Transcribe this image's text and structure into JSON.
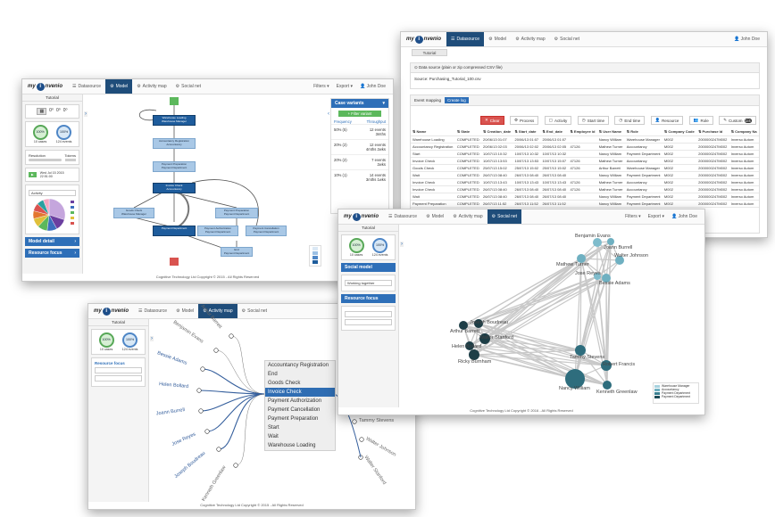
{
  "brand": {
    "logo_prefix": "my",
    "logo_mark": "i",
    "logo_suffix": "nvenio"
  },
  "footer": "Cognitive Technology Ltd Copyright © 2015 - All Rights Reserved",
  "footer2016": "Cognitive Technology Ltd Copyright © 2016 - All Rights Reserved",
  "colors": {
    "nav_active": "#1f4d7a",
    "panel_blue": "#2e6fb8",
    "node_light": "#a9c8e6",
    "node_dark": "#1e5c9c",
    "clear_red": "#d9534f"
  },
  "model_window": {
    "tabs": [
      "Datasource",
      "Model",
      "Activity map",
      "Social net"
    ],
    "active_tab": "Model",
    "nav_right": [
      "Filters ▾",
      "Export ▾",
      "John Doe"
    ],
    "subtab": "Tutorial",
    "counters": [
      {
        "value": "100%",
        "label": "10 cases"
      },
      {
        "value": "100%",
        "label": "124 events"
      }
    ],
    "resolution_label": "Resolution",
    "tokens_label": "Tokens",
    "timestamp": "Wed Jul 15 2015 22:51:00",
    "activity_select": "Activity",
    "model_detail": "Model detail",
    "resource_focus": "Resource focus",
    "case_variants": {
      "title": "Case variants",
      "filter_btn": "Filter variant",
      "col_frequency": "Frequency",
      "col_throughput": "Throughput",
      "rows": [
        {
          "freq": "50% (5)",
          "events": "12 events",
          "time": "3mths"
        },
        {
          "freq": "20% (2)",
          "events": "12 events",
          "time": "4mths 2wks"
        },
        {
          "freq": "20% (2)",
          "events": "7 events",
          "time": "2wks"
        },
        {
          "freq": "10% (1)",
          "events": "14 events",
          "time": "3mths 1wks"
        }
      ]
    },
    "nodes": {
      "warehouse_loading": "Warehouse Loading",
      "warehouse_manager": "Warehouse Manager",
      "acc_registration": "Accountancy Registration",
      "accountancy": "Accountancy",
      "payment_preparation": "Payment Preparation",
      "payment_department": "Payment Department",
      "invoice_check": "Invoice Check",
      "goods_check": "Goods Check",
      "payment_authorization": "Payment Authorization",
      "payment_cancellation": "Payment Cancellation",
      "end": "End"
    }
  },
  "datasource_window": {
    "tabs": [
      "Datasource",
      "Model",
      "Activity map",
      "Social net"
    ],
    "active_tab": "Datasource",
    "nav_right": [
      "John Doe"
    ],
    "subtab": "Tutorial",
    "source_title": "Data source (plain or zip compressed CSV file)",
    "source_file": "Source: Purchasing_Tutorial_100.csv",
    "event_mapping": "Event mapping",
    "create_log": "Create log",
    "buttons": [
      "Clear",
      "Process",
      "Activity",
      "Start time",
      "End time",
      "Resource",
      "Role",
      "Custom"
    ],
    "custom_badge": "1/4",
    "columns": [
      "Name",
      "State",
      "Creation_date",
      "Start_date",
      "End_date",
      "Employee id",
      "User Name",
      "Role",
      "Company Code",
      "Purchase Id",
      "Company Na"
    ],
    "rows": [
      [
        "Warehouse Loading",
        "COMPLETED",
        "20/06/13 01:07",
        "20/06/13 01:07",
        "20/06/13 01:07",
        "",
        "Nancy William",
        "Warehouse Manager",
        "M002",
        "2000000247M002",
        "Inverso Autom"
      ],
      [
        "Accountancy Registration",
        "COMPLETED",
        "20/06/13 02:03",
        "20/06/13 02:02",
        "20/06/13 02:05",
        "47126",
        "Mathew Turner",
        "Accountancy",
        "M002",
        "2000000247M002",
        "Inverso Autom"
      ],
      [
        "Start",
        "COMPLETED",
        "10/07/13 10:32",
        "10/07/13 10:32",
        "10/07/13 10:32",
        "",
        "Nancy William",
        "Payment Department",
        "M002",
        "2000000247M002",
        "Inverso Autom"
      ],
      [
        "Invoice Check",
        "COMPLETED",
        "10/07/13 13:53",
        "10/07/13 13:53",
        "10/07/13 15:07",
        "47126",
        "Mathew Turner",
        "Accountancy",
        "M002",
        "2000000247M002",
        "Inverso Autom"
      ],
      [
        "Goods Check",
        "COMPLETED",
        "25/07/13 15:02",
        "25/07/13 15:02",
        "25/07/13 15:02",
        "47126",
        "Arthur Barrett",
        "Warehouse Manager",
        "M002",
        "2000000247M002",
        "Inverso Autom"
      ],
      [
        "Wait",
        "COMPLETED",
        "26/07/13 08:40",
        "26/07/13 08:40",
        "26/07/13 08:40",
        "",
        "Nancy William",
        "Payment Department",
        "M002",
        "2000000247M002",
        "Inverso Autom"
      ],
      [
        "Invoice Check",
        "COMPLETED",
        "10/07/13 13:43",
        "10/07/13 13:43",
        "10/07/13 13:43",
        "47126",
        "Mathew Turner",
        "Accountancy",
        "M002",
        "2000000247M002",
        "Inverso Autom"
      ],
      [
        "Invoice Check",
        "COMPLETED",
        "26/07/13 08:40",
        "26/07/13 08:40",
        "26/07/13 08:40",
        "47126",
        "Mathew Turner",
        "Accountancy",
        "M002",
        "2000000247M002",
        "Inverso Autom"
      ],
      [
        "Wait",
        "COMPLETED",
        "26/07/13 08:40",
        "26/07/13 08:40",
        "26/07/13 08:40",
        "",
        "Nancy William",
        "Payment Department",
        "M002",
        "2000000247M002",
        "Inverso Autom"
      ],
      [
        "Payment Preparation",
        "COMPLETED",
        "26/07/13 11:52",
        "26/07/13 11:52",
        "26/07/13 11:52",
        "",
        "Nancy William",
        "Payment Department",
        "M002",
        "2000000247M002",
        "Inverso Autom"
      ]
    ]
  },
  "social_window": {
    "tabs": [
      "Datasource",
      "Model",
      "Activity map",
      "Social net"
    ],
    "active_tab": "Social net",
    "nav_right": [
      "Filters ▾",
      "Export ▾",
      "John Doe"
    ],
    "subtab": "Tutorial",
    "counters": [
      {
        "value": "100%",
        "label": "10 cases"
      },
      {
        "value": "100%",
        "label": "124 events"
      }
    ],
    "social_model": "Social model",
    "working_together": "Working together",
    "resource_focus": "Resource focus",
    "people": [
      "Benjamin Evans",
      "Joann Burrell",
      "Mathew Turner",
      "Walter Johnson",
      "Jose Reyes",
      "Bessie Adams",
      "Joseph Boudreau",
      "Arthur Barrett",
      "Helen Bollard",
      "Walter Stanford",
      "Ricky Burnham",
      "Tammy Stevens",
      "Robert Francis",
      "Nancy William",
      "Kenneth Greenlaw"
    ],
    "legend": [
      "Warehouse Manager",
      "Accountancy",
      "Payment Department",
      "Payment Department"
    ]
  },
  "activity_window": {
    "tabs": [
      "Datasource",
      "Model",
      "Activity map",
      "Social net"
    ],
    "active_tab": "Activity map",
    "subtab": "Tutorial",
    "counters": [
      {
        "value": "100%",
        "label": "10 cases"
      },
      {
        "value": "100%",
        "label": "124 events"
      }
    ],
    "resource_focus": "Resource focus",
    "tree_people": [
      "Arthur Barrett",
      "Benjamin Evans",
      "Bessie Adams",
      "Helen Bollard",
      "Joann Burrell",
      "Jose Reyes",
      "Joseph Boudreau",
      "Kenneth Greenlaw"
    ],
    "right_people": [
      "Tammy Stevens",
      "Walter Johnson",
      "Walter Stanford"
    ],
    "menu_items": [
      "Accountancy Registration",
      "End",
      "Goods Check",
      "Invoice Check",
      "Payment Authorization",
      "Payment Cancellation",
      "Payment Preparation",
      "Start",
      "Wait",
      "Warehouse Loading"
    ],
    "menu_selected": "Invoice Check"
  }
}
